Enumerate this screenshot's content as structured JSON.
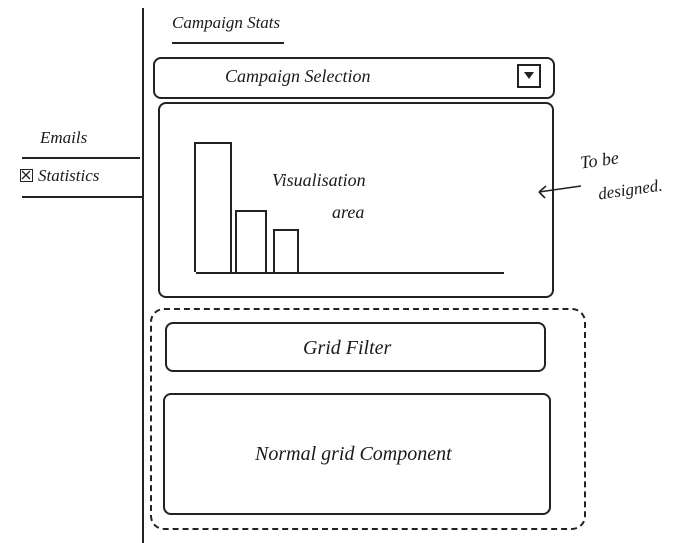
{
  "sidebar": {
    "items": [
      {
        "label": "Emails"
      },
      {
        "label": "Statistics",
        "icon": "checkbox-checked-icon",
        "selected": true
      }
    ]
  },
  "page": {
    "title": "Campaign Stats"
  },
  "campaign_select": {
    "value": "Campaign Selection",
    "icon": "dropdown-arrow-icon"
  },
  "visualisation": {
    "label_line1": "Visualisation",
    "label_line2": "area",
    "annotation_line1": "To be",
    "annotation_line2": "designed.",
    "sketch_bars": [
      1.0,
      0.48,
      0.33
    ]
  },
  "grid": {
    "filter_label": "Grid Filter",
    "component_label": "Normal grid Component"
  }
}
